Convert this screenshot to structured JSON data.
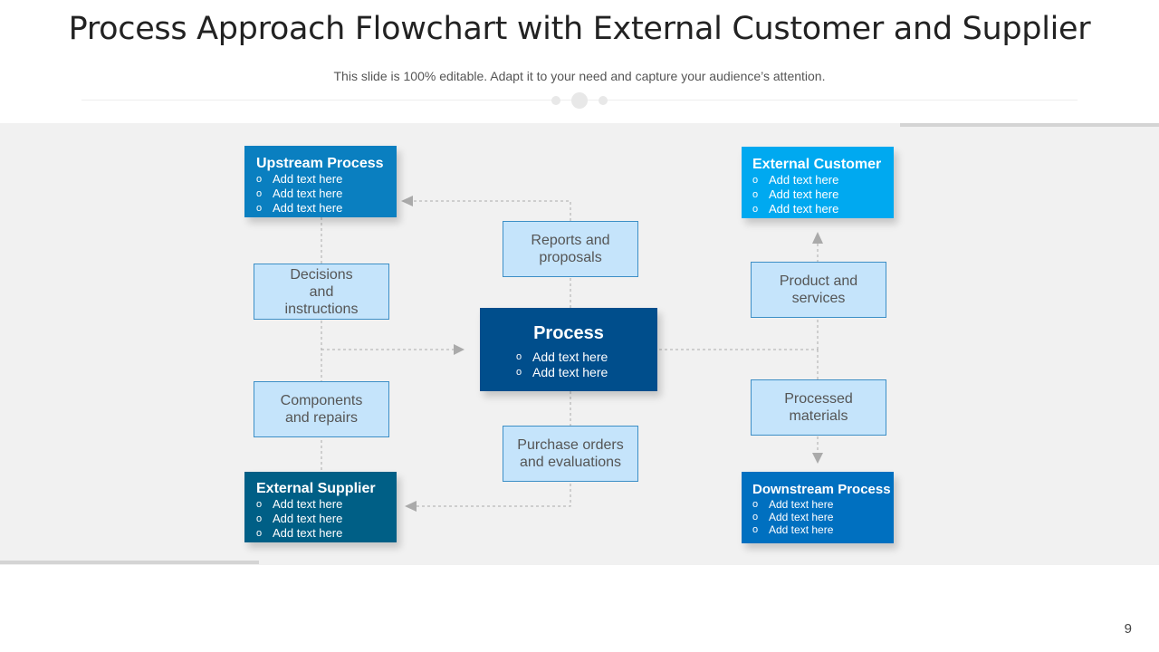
{
  "slide": {
    "title": "Process Approach Flowchart with External Customer and Supplier",
    "subtitle": "This slide is 100% editable. Adapt it to your need and capture your audience’s attention.",
    "page_number": "9"
  },
  "colors": {
    "upstream": "#0a7fc0",
    "external_customer": "#00a9f0",
    "external_supplier": "#005f86",
    "downstream": "#0070c0",
    "process": "#004e8c",
    "light_box_fill": "#c5e4fb",
    "light_box_border": "#3d8fc6",
    "band": "#f1f1f1",
    "connector": "#aaaaaa"
  },
  "diagram": {
    "upstream": {
      "title": "Upstream Process",
      "items": [
        "Add text here",
        "Add text here",
        "Add text here"
      ]
    },
    "external_customer": {
      "title": "External Customer",
      "items": [
        "Add text here",
        "Add text here",
        "Add text here"
      ]
    },
    "external_supplier": {
      "title": "External Supplier",
      "items": [
        "Add text here",
        "Add text here",
        "Add text here"
      ]
    },
    "downstream": {
      "title": "Downstream Process",
      "items": [
        "Add text here",
        "Add text here",
        "Add text here"
      ]
    },
    "process": {
      "title": "Process",
      "items": [
        "Add text here",
        "Add text here"
      ]
    },
    "labels": {
      "decisions": "Decisions and instructions",
      "components": "Components and repairs",
      "reports": "Reports and proposals",
      "purchase": "Purchase orders and evaluations",
      "product": "Product and services",
      "processed": "Processed materials"
    }
  }
}
